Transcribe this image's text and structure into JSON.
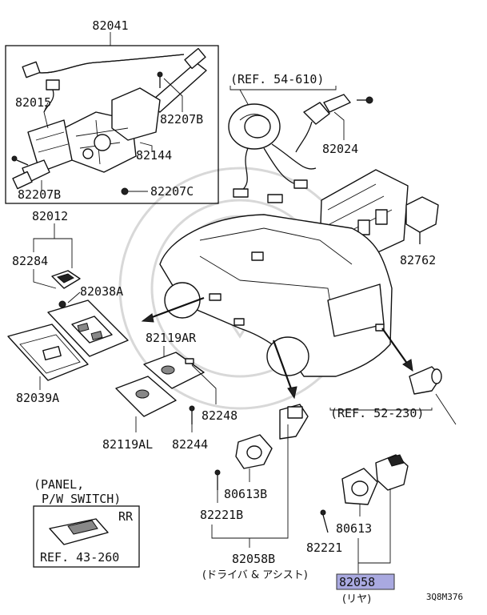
{
  "labels": {
    "p82041": "82041",
    "p82015": "82015",
    "p82207b_top": "82207B",
    "p82144": "82144",
    "p82207b_bottom": "82207B",
    "p82207c": "82207C",
    "ref_54_610": "(REF. 54-610)",
    "p82024": "82024",
    "p82762": "82762",
    "p82012": "82012",
    "p82284": "82284",
    "p82038a": "82038A",
    "p82039a": "82039A",
    "p82119ar": "82119AR",
    "p82248": "82248",
    "p82119al": "82119AL",
    "p82244": "82244",
    "ref_52_230": "(REF. 52-230)",
    "p80613b": "80613B",
    "p82221b": "82221B",
    "p82058b": "82058B",
    "p82058b_note": "(ドライバ & アシスト)",
    "p80613": "80613",
    "p82221": "82221",
    "p82058": "82058",
    "p82058_note": "(リヤ)",
    "diagram_code": "3Q8M376"
  },
  "inset": {
    "line1": "(PANEL,",
    "line2": "P/W SWITCH)",
    "position": "RR",
    "ref": "REF. 43-260"
  },
  "colors": {
    "highlight": "#a9a9e0",
    "ink": "#111111",
    "watermark": "#d8d8d8"
  }
}
